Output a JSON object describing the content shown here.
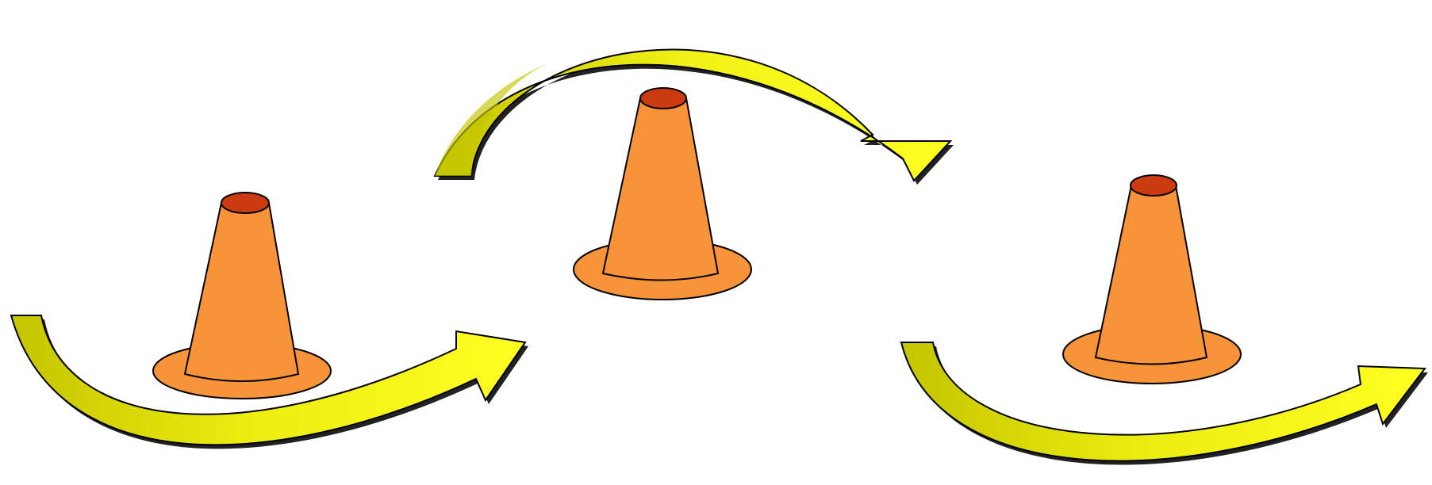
{
  "diagram": {
    "background": "#ffffff",
    "colors": {
      "cone_body": "#f7943a",
      "cone_top": "#cc3a10",
      "outline": "#000000",
      "arrow_fill": "#ffff22",
      "arrow_shade": "#c4c400",
      "arrow_shadow": "#222222"
    },
    "cones": [
      {
        "name": "cone-1",
        "icon": "traffic-cone-icon"
      },
      {
        "name": "cone-2",
        "icon": "traffic-cone-icon"
      },
      {
        "name": "cone-3",
        "icon": "traffic-cone-icon"
      }
    ],
    "arrows": [
      {
        "name": "arrow-1",
        "direction": "under-then-up"
      },
      {
        "name": "arrow-2",
        "direction": "over-then-down"
      },
      {
        "name": "arrow-3",
        "direction": "under-then-up"
      }
    ]
  }
}
